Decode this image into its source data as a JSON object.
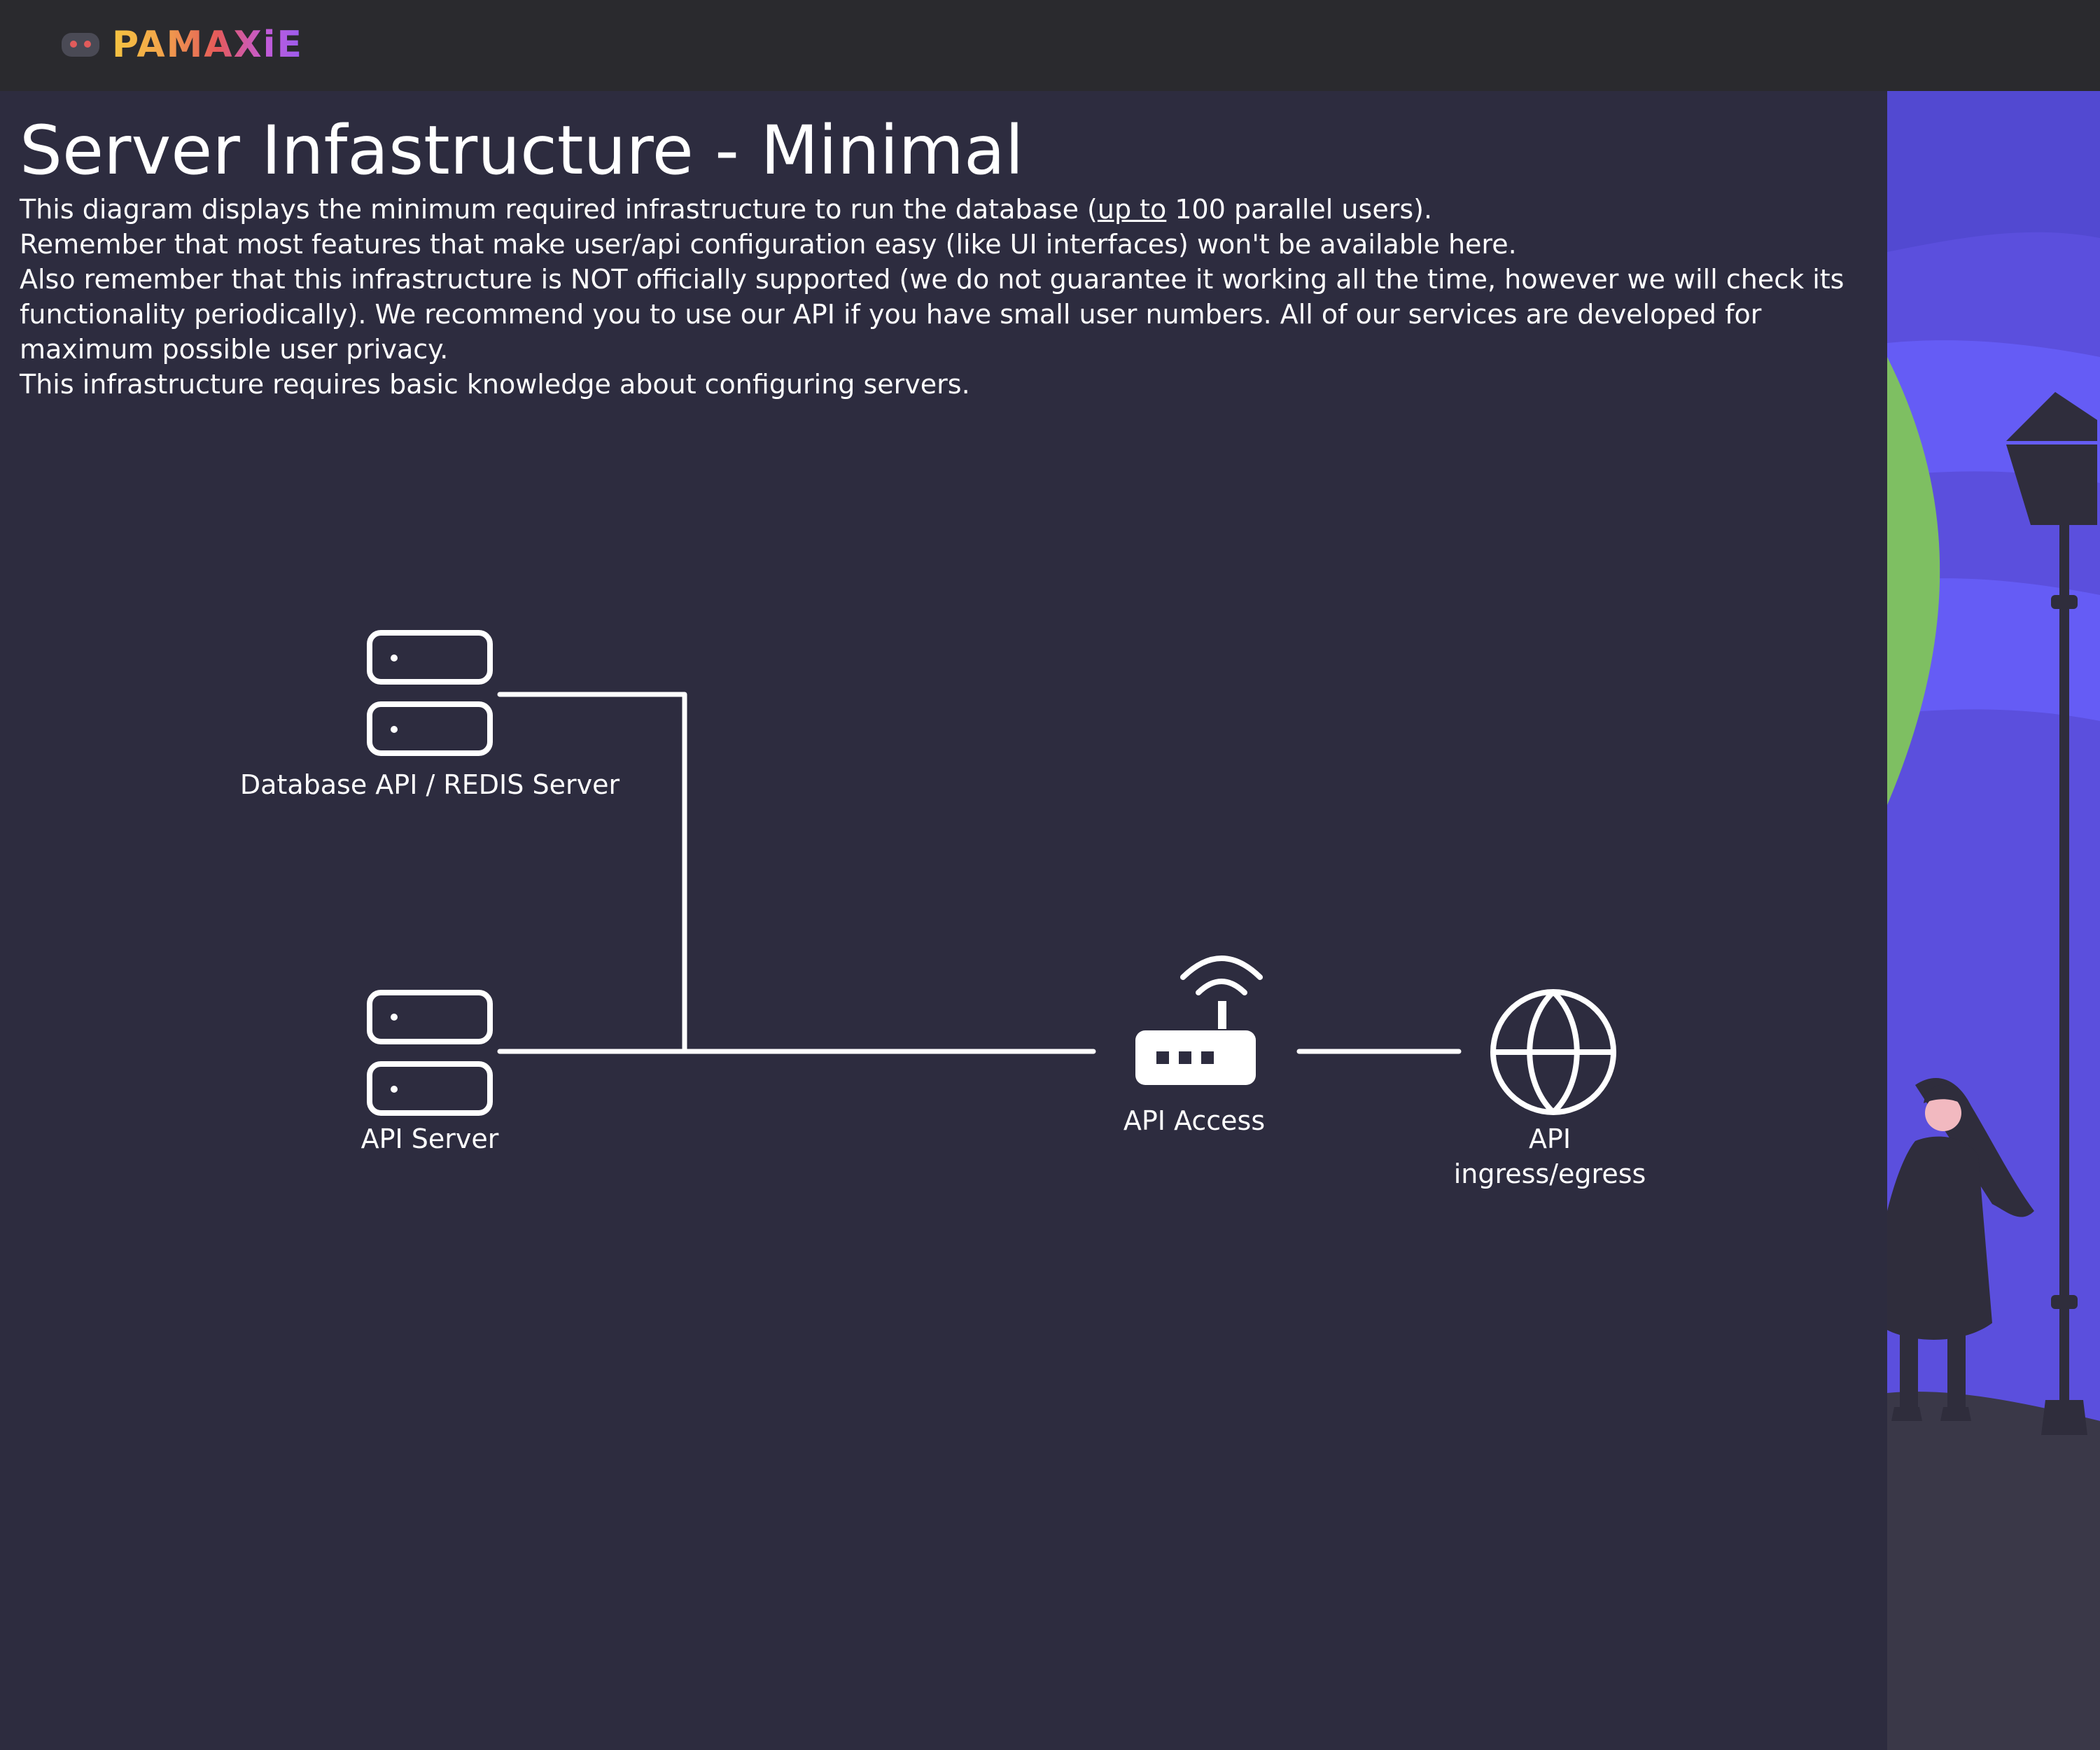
{
  "header": {
    "logo_text": "PAMAXiE",
    "logo_icon": "robot-face-icon"
  },
  "page": {
    "title": "Server Infastructure - Minimal",
    "intro": {
      "line1_before": "This diagram displays the minimum required infrastructure to run the database (",
      "line1_underlined": "up to",
      "line1_after": " 100 parallel users).",
      "line2": "Remember that most features that make user/api configuration easy (like UI interfaces) won't be available here.",
      "line3": "Also remember that this infrastructure is NOT officially supported (we do not guarantee it working all the time, however we will check its functionality periodically). We recommend you to use our API if you have small user numbers. All of our services are developed for maximum possible user privacy.",
      "line4": "This infrastructure requires basic knowledge about configuring servers."
    }
  },
  "diagram": {
    "nodes": {
      "db_server": {
        "label": "Database API / REDIS Server",
        "icon": "server-stack-icon"
      },
      "api_server": {
        "label": "API Server",
        "icon": "server-stack-icon"
      },
      "api_access": {
        "label": "API Access",
        "icon": "wifi-router-icon"
      },
      "ingress": {
        "label_line1": "API",
        "label_line2": "ingress/egress",
        "icon": "globe-icon"
      }
    }
  },
  "colors": {
    "background": "#2d2c3f",
    "topbar": "#2a2a2e",
    "diagram_stroke": "#ffffff",
    "illustration_purple": "#5b4fdd",
    "illustration_green": "#7ebf62"
  }
}
